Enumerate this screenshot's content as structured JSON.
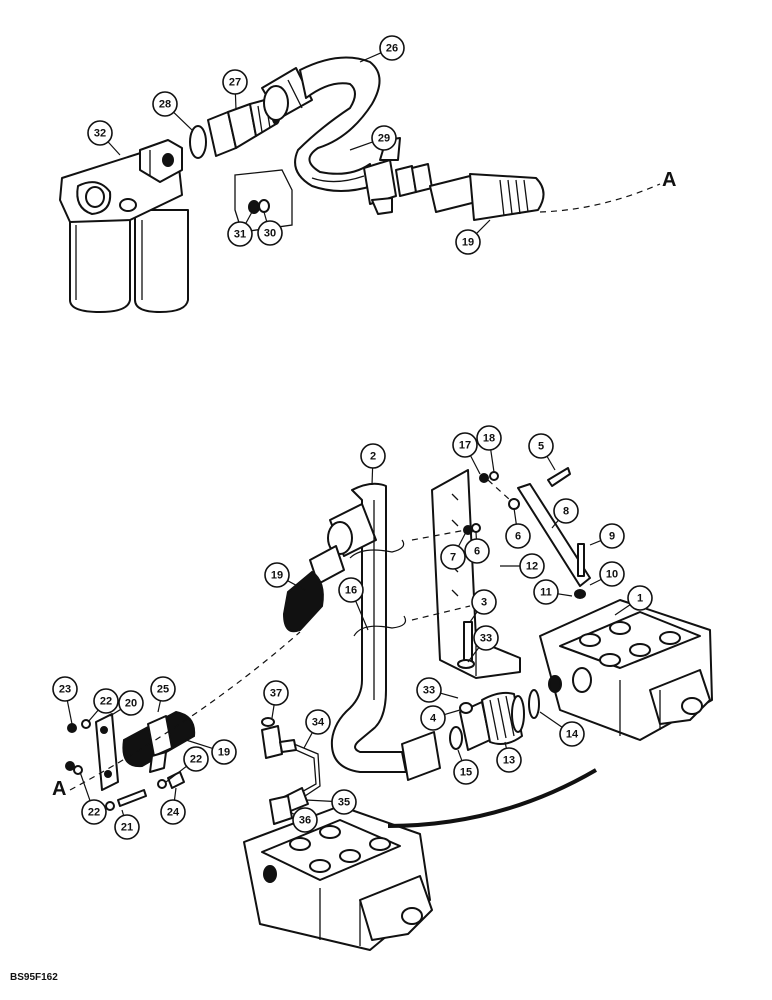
{
  "figure_code": "BS95F162",
  "reference_letter": "A",
  "callouts": [
    "1",
    "2",
    "3",
    "4",
    "5",
    "6",
    "6",
    "7",
    "8",
    "9",
    "10",
    "11",
    "12",
    "13",
    "14",
    "15",
    "16",
    "17",
    "18",
    "19",
    "19",
    "19",
    "20",
    "21",
    "22",
    "22",
    "22",
    "23",
    "24",
    "25",
    "26",
    "27",
    "28",
    "29",
    "30",
    "31",
    "32",
    "33",
    "33",
    "34",
    "35",
    "36",
    "37"
  ]
}
